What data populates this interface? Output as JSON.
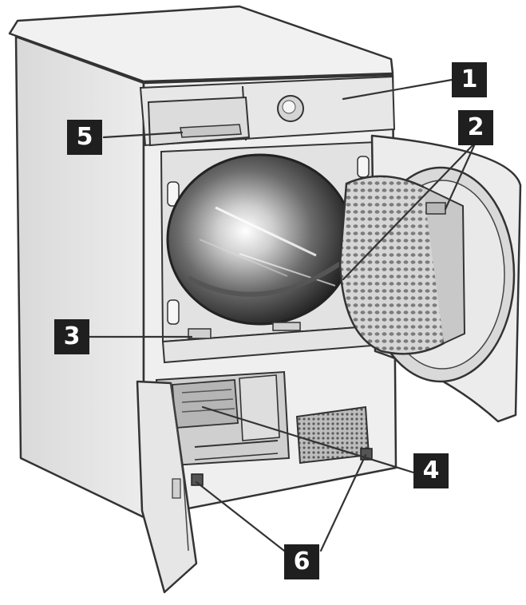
{
  "callouts": [
    {
      "id": "c1",
      "label": "1"
    },
    {
      "id": "c2",
      "label": "2"
    },
    {
      "id": "c3",
      "label": "3"
    },
    {
      "id": "c4",
      "label": "4"
    },
    {
      "id": "c5",
      "label": "5"
    },
    {
      "id": "c6",
      "label": "6"
    }
  ],
  "colors": {
    "body": "#e9e9e9",
    "line": "#333333",
    "label_bg": "#1f1f1f",
    "label_text": "#ffffff"
  }
}
